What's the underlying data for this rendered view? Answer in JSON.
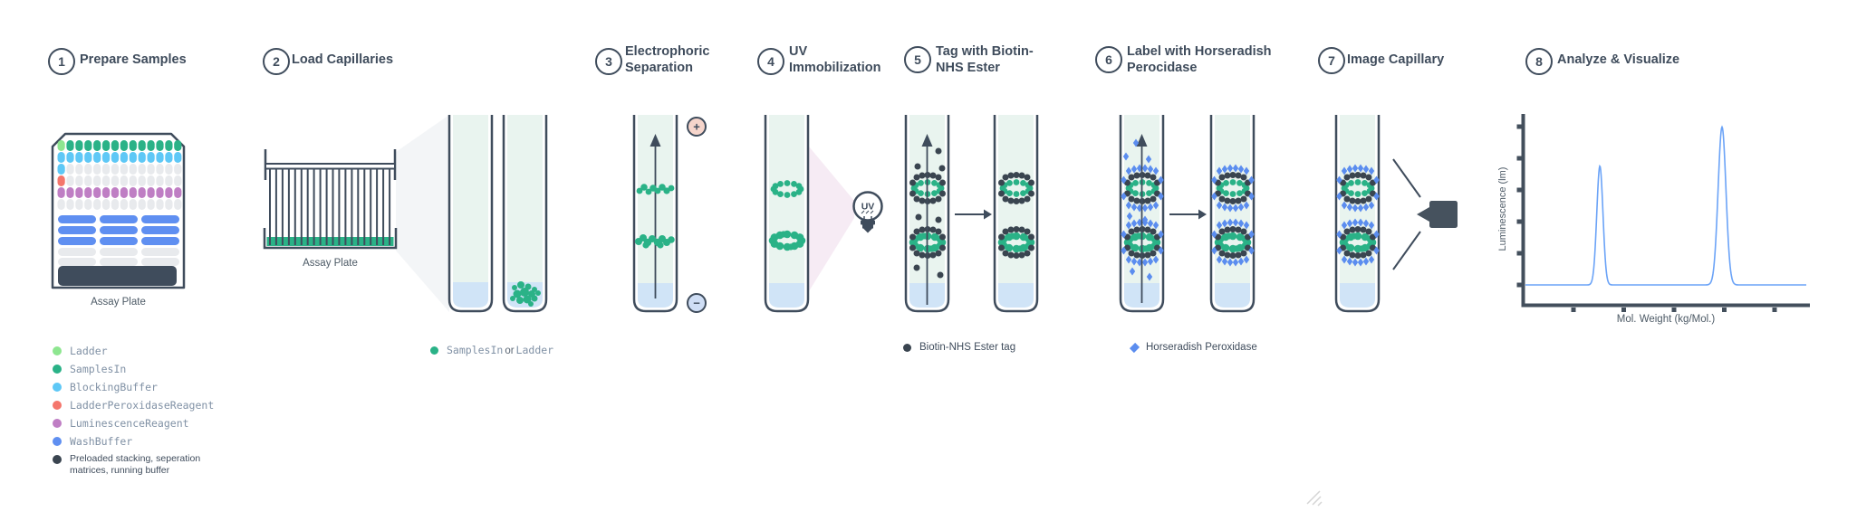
{
  "steps": [
    {
      "num": "1",
      "title": "Prepare Samples"
    },
    {
      "num": "2",
      "title": "Load Capillaries"
    },
    {
      "num": "3",
      "title": "Electrophoric\nSeparation"
    },
    {
      "num": "4",
      "title": "UV\nImmobilization"
    },
    {
      "num": "5",
      "title": "Tag with Biotin-\nNHS Ester"
    },
    {
      "num": "6",
      "title": "Label with Horseradish\nPerocidase"
    },
    {
      "num": "7",
      "title": "Image Capillary"
    },
    {
      "num": "8",
      "title": "Analyze & Visualize"
    }
  ],
  "colors": {
    "Ladder": "#8ee690",
    "SamplesIn": "#2ab287",
    "BlockingBuffer": "#5ec8f6",
    "LadderPeroxidaseReagent": "#f4766c",
    "LuminescenceReagent": "#bf7ec4",
    "WashBuffer": "#5f8ff1",
    "Preloaded": "#3a4550",
    "empty": "#e8eaed",
    "dark": "#3f4c5c",
    "biotin": "#3a4550",
    "hrp": "#5b8def",
    "chart_line": "#6ba3f7"
  },
  "step1": {
    "plate_caption": "Assay Plate",
    "plate": {
      "columns": 14,
      "well_rows": [
        {
          "first": "Ladder",
          "rest": "SamplesIn"
        },
        {
          "first": "BlockingBuffer",
          "rest": "BlockingBuffer"
        },
        {
          "first": "BlockingBuffer",
          "rest": "empty"
        },
        {
          "first": "LadderPeroxidaseReagent",
          "rest": "empty"
        },
        {
          "first": "LuminescenceReagent",
          "rest": "LuminescenceReagent"
        },
        {
          "first": "empty",
          "rest": "empty"
        }
      ],
      "bar_rows": [
        "WashBuffer",
        "WashBuffer",
        "WashBuffer",
        "empty",
        "empty"
      ]
    }
  },
  "legend": {
    "items": [
      {
        "label": "Ladder",
        "color": "#8ee690",
        "style": "mono"
      },
      {
        "label": "SamplesIn",
        "color": "#2ab287",
        "style": "mono"
      },
      {
        "label": "BlockingBuffer",
        "color": "#5ec8f6",
        "style": "mono"
      },
      {
        "label": "LadderPeroxidaseReagent",
        "color": "#f4766c",
        "style": "mono"
      },
      {
        "label": "LuminescenceReagent",
        "color": "#bf7ec4",
        "style": "mono"
      },
      {
        "label": "WashBuffer",
        "color": "#5f8ff1",
        "style": "mono"
      },
      {
        "label": "Preloaded stacking, seperation\nmatrices, running buffer",
        "color": "#3a4550",
        "style": "plain"
      }
    ]
  },
  "step2": {
    "plate_caption": "Assay Plate",
    "legend_sample": "SamplesIn",
    "legend_or": "or",
    "legend_ladder": "Ladder"
  },
  "step3": {
    "plus": "+",
    "minus": "−"
  },
  "step4": {
    "bulb_text": "UV"
  },
  "step5": {
    "legend": "Biotin-NHS Ester tag"
  },
  "step6": {
    "legend": "Horseradish Peroxidase"
  },
  "chart_data": {
    "type": "line",
    "title": "",
    "xlabel": "Mol. Weight (kg/Mol.)",
    "ylabel": "Luminescence (lm)",
    "x_range": [
      0,
      100
    ],
    "ylim": [
      0,
      1
    ],
    "baseline": 0.0,
    "peaks": [
      {
        "x": 26.5,
        "height": 0.73,
        "sigma": 1.1
      },
      {
        "x": 70,
        "height": 0.97,
        "sigma": 1.4
      }
    ],
    "y_tick_count": 6,
    "x_tick_count": 5,
    "tick_labels_visible": false,
    "legend_position": "none",
    "line_color": "#6ba3f7",
    "axis_color": "#434f5c"
  }
}
